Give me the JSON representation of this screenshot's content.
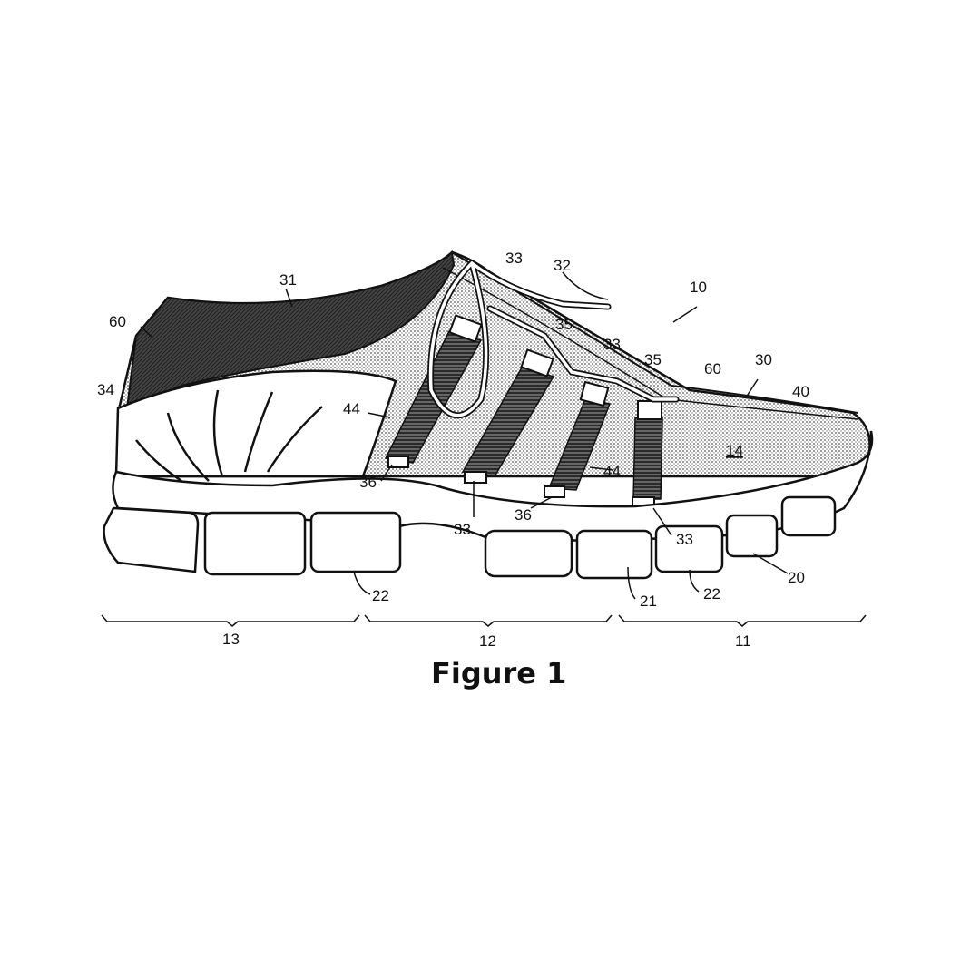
{
  "figure": {
    "caption": "Figure 1",
    "labels": {
      "shoe": "10",
      "sole": "20",
      "upper": "30",
      "collar": "31",
      "lace": "32",
      "eyelet_a": "33",
      "eyelet_b": "33",
      "eyelet_c": "33",
      "eyelet_d": "33",
      "heel_counter": "34",
      "lace_loop_a": "35",
      "lace_loop_b": "35",
      "anchor_a": "36",
      "anchor_b": "36",
      "mesh": "40",
      "strap_a": "44",
      "strap_b": "44",
      "trim_left": "60",
      "trim_right": "60",
      "region_label": "14",
      "lug": "21",
      "groove_a": "22",
      "groove_b": "22",
      "heel_region": "13",
      "midfoot_region": "12",
      "forefoot_region": "11"
    }
  }
}
